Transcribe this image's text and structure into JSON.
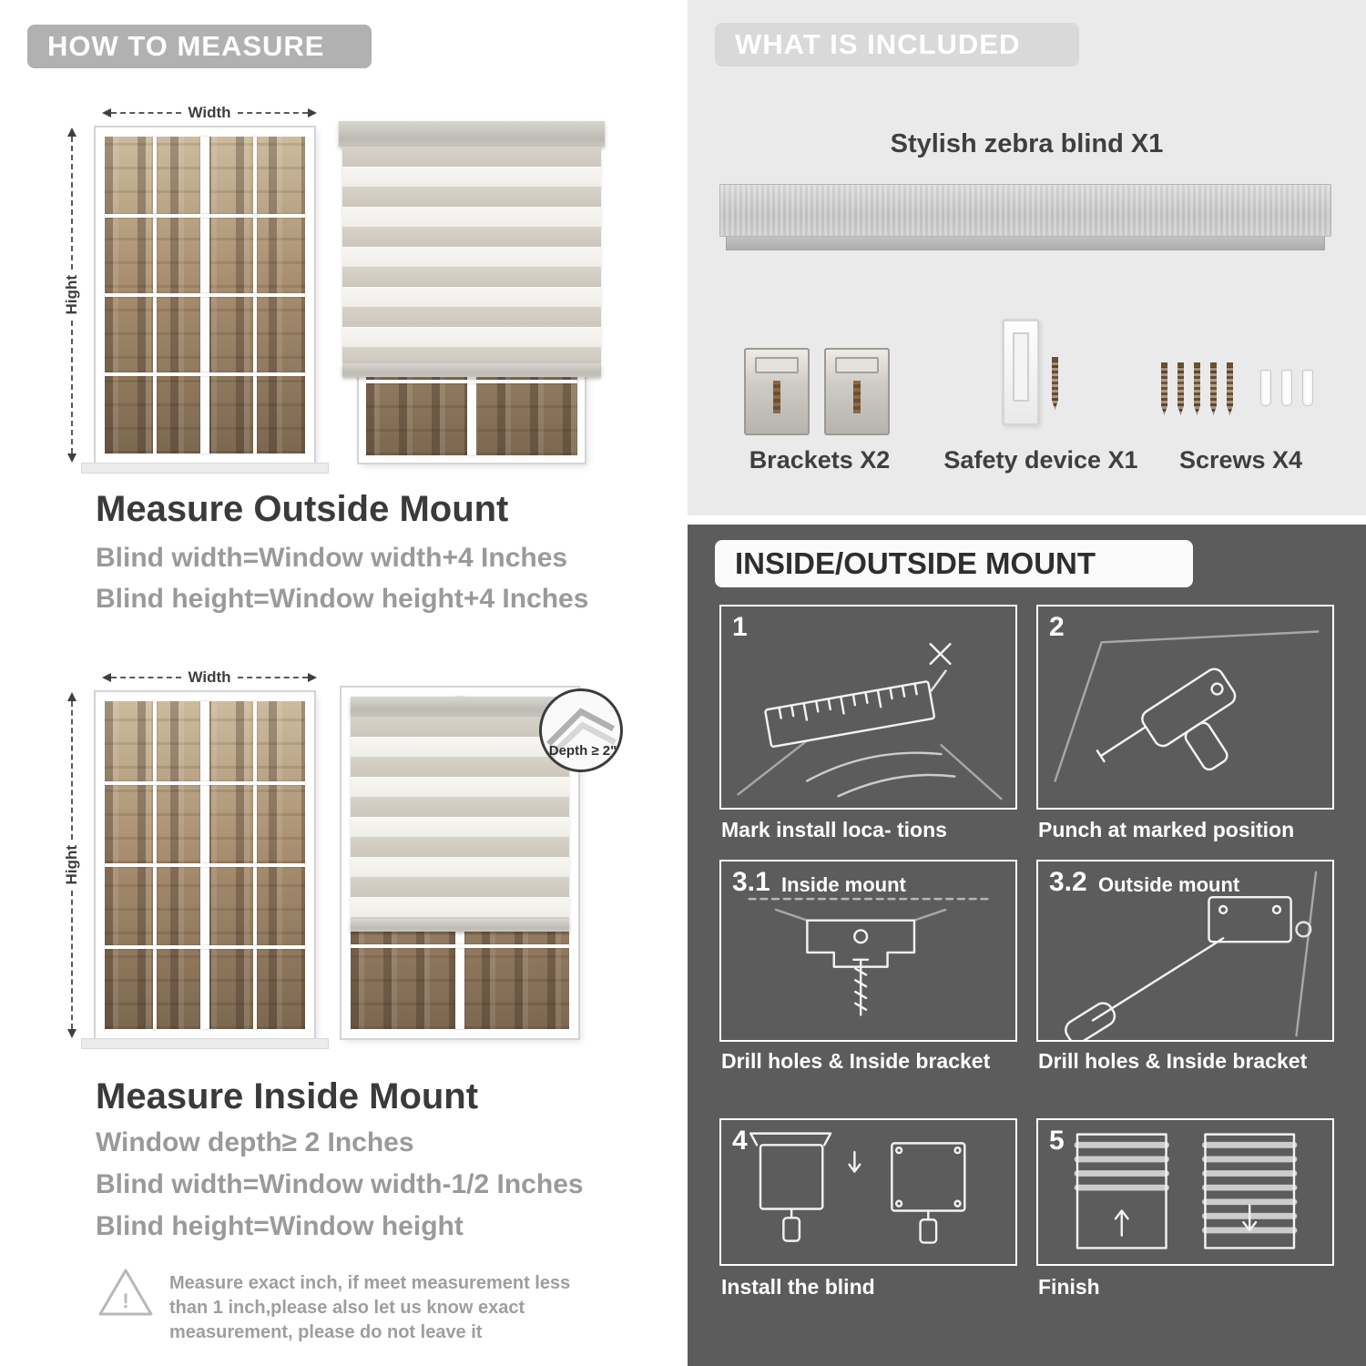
{
  "colors": {
    "left_header_bg": "#b1b1b1",
    "included_panel_bg": "#eaeaea",
    "included_header_bg": "#d9d9d9",
    "mount_panel_bg": "#5c5c5c",
    "heading_text": "#3a3a3a",
    "body_text": "#9a9a9a"
  },
  "how_to_measure": {
    "title": "HOW TO MEASURE",
    "outside_mount": {
      "width_label": "Width",
      "height_label": "Hight",
      "heading": "Measure Outside Mount",
      "lines": [
        "Blind width=Window width+4 Inches",
        "Blind height=Window height+4 Inches"
      ]
    },
    "inside_mount": {
      "width_label": "Width",
      "height_label": "Hight",
      "depth_label": "Depth ≥ 2\"",
      "heading": "Measure Inside Mount",
      "lines": [
        "Window depth≥ 2 Inches",
        "Blind width=Window width-1/2 Inches",
        "Blind height=Window height"
      ]
    },
    "warning_mark": "!",
    "note_lines": [
      "Measure exact inch, if meet measurement less",
      "than 1 inch,please also let us know exact",
      "measurement, please do not leave it"
    ]
  },
  "whats_included": {
    "title": "WHAT IS INCLUDED",
    "blind_label": "Stylish zebra blind X1",
    "item_labels": [
      "Brackets X2",
      "Safety device X1",
      "Screws X4"
    ]
  },
  "mounting": {
    "title": "INSIDE/OUTSIDE MOUNT",
    "steps": [
      {
        "num": "1",
        "caption": "Mark install loca- tions"
      },
      {
        "num": "2",
        "caption": "Punch at  marked position"
      },
      {
        "num": "3.1",
        "label": "Inside mount",
        "caption": "Drill holes &  Inside bracket"
      },
      {
        "num": "3.2",
        "label": "Outside mount",
        "caption": "Drill holes &  Inside bracket"
      },
      {
        "num": "4",
        "caption": "Install the blind"
      },
      {
        "num": "5",
        "caption": "Finish"
      }
    ]
  }
}
